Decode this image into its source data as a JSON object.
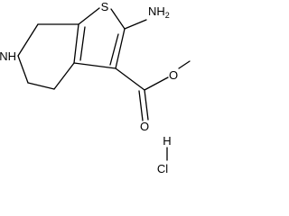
{
  "molecule": {
    "atoms": {
      "sulfur": "S",
      "amino": "NH2",
      "ring_nitrogen": "NH",
      "carbonyl_oxygen": "O",
      "ester_oxygen": "O",
      "hydrogen": "H",
      "chlorine": "Cl"
    }
  }
}
